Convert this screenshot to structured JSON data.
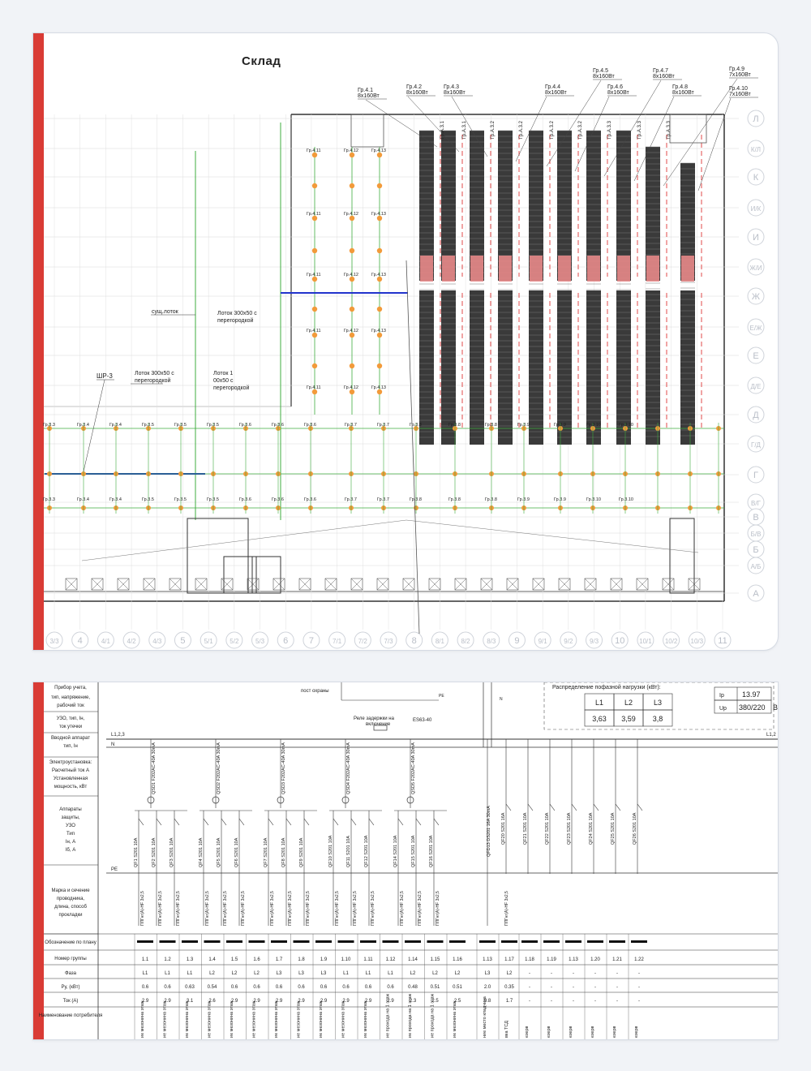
{
  "plan": {
    "title": "Склад",
    "row_axes": [
      "Л",
      "К/Л",
      "К",
      "И/К",
      "И",
      "Ж/И",
      "Ж",
      "Е/Ж",
      "Е",
      "Д/Е",
      "Д",
      "Г/Д",
      "Г",
      "В/Г",
      "В",
      "Б/В",
      "Б",
      "А/Б",
      "А"
    ],
    "col_axes": [
      "3/3",
      "4",
      "4/1",
      "4/2",
      "4/3",
      "5",
      "5/1",
      "5/2",
      "5/3",
      "6",
      "7",
      "7/1",
      "7/2",
      "7/3",
      "8",
      "8/1",
      "8/2",
      "8/3",
      "9",
      "9/1",
      "9/2",
      "9/3",
      "10",
      "10/1",
      "10/2",
      "10/3",
      "11"
    ],
    "top_groups": [
      {
        "name": "Гр.4.1",
        "spec": "8x160Вт"
      },
      {
        "name": "Гр.4.2",
        "spec": "8x160Вт"
      },
      {
        "name": "Гр.4.3",
        "spec": "8x160Вт"
      },
      {
        "name": "Гр.4.4",
        "spec": "8x160Вт"
      },
      {
        "name": "Гр.4.5",
        "spec": "8x160Вт"
      },
      {
        "name": "Гр.4.6",
        "spec": "8x160Вт"
      },
      {
        "name": "Гр.4.7",
        "spec": "8x160Вт"
      },
      {
        "name": "Гр.4.8",
        "spec": "8x160Вт"
      },
      {
        "name": "Гр.4.9",
        "spec": "7x160Вт"
      },
      {
        "name": "Гр.4.10",
        "spec": "7x160Вт"
      }
    ],
    "labels": {
      "existing_tray": "сущ.лоток",
      "tray_a1": "Лоток 300x50 с",
      "tray_a2": "перегородкой",
      "tray_b1": "Лоток 300x50 с",
      "tray_b2": "перегородкой",
      "tray_c1": "Лоток 1",
      "tray_c2": "00x50 с",
      "tray_c3": "перегородкой",
      "panel": "ШР-3"
    },
    "strip_labels": [
      "Гр.3.3",
      "Гр.3.4",
      "Гр.3.4",
      "Гр.3.5",
      "Гр.3.5",
      "Гр.3.5",
      "Гр.3.6",
      "Гр.3.6",
      "Гр.3.6",
      "Гр.3.7",
      "Гр.3.7",
      "Гр.3.8",
      "Гр.3.8",
      "Гр.3.8",
      "Гр.3.9",
      "Гр.3.9",
      "Гр.3.10",
      "Гр.3.10"
    ],
    "upper_labels": [
      "Гр.4.11",
      "Гр.4.12",
      "Гр.4.13"
    ],
    "rack_labels": [
      "Гр.А.3.1",
      "Гр.А.3.1",
      "Гр.А.3.2",
      "Гр.А.3.2",
      "Гр.А.3.2",
      "Гр.А.3.2",
      "Гр.А.3.3",
      "Гр.А.3.3",
      "Гр.А.3.3"
    ]
  },
  "schematic": {
    "left_rows": [
      [
        "Прибор учета,",
        "тип, напряжение,",
        "рабочий ток"
      ],
      [
        "УЗО, тип, Iн,",
        "ток утечки"
      ],
      [
        "Вводной аппарат",
        "тип, Iн"
      ],
      [
        "Электроустановка:",
        "Расчетный ток А",
        "Установленная",
        "мощность, кВт"
      ],
      [
        "Аппараты",
        "защиты,",
        "УЗО",
        "Тип",
        "Iн, А",
        "Iб, А"
      ],
      [
        "Марка и сечение",
        "проводника,",
        "длина, способ",
        "прокладки"
      ]
    ],
    "top_texts": {
      "guard": "пост охраны",
      "relay1": "Реле задержки на",
      "relay2": "включение",
      "es": "ES63-40",
      "bus_left": "L1,2,3",
      "bus_n": "N",
      "bus_right": "L1,2",
      "pe": "PE",
      "n_top": "N"
    },
    "load": {
      "title": "Распределение пофазной нагрузки (кВт):",
      "phases": [
        "L1",
        "L2",
        "L3"
      ],
      "values": [
        "3,63",
        "3,59",
        "3,8"
      ],
      "ip_label": "Ip",
      "ip_value": "13.97",
      "up_label": "Up",
      "up_value": "380/220",
      "unit": "B"
    },
    "rcd_labels": [
      "QSD1 F202AC-40A 30mA",
      "QSD2 F202AC-40A 30mA",
      "QSD3 F202AC-40A 30mA",
      "QSD4 F202AC-40A 30mA",
      "QSD5 F202AC-40A 30mA"
    ],
    "rcbo_label": "QFD13 DS201 16A 30mA",
    "breakers": [
      "QF1 S201 10A",
      "QF2 S201 10A",
      "QF3 S201 10A",
      "QF4 S201 10A",
      "QF5 S201 10A",
      "QF6 S201 10A",
      "QF7 S201 10A",
      "QF8 S201 10A",
      "QF9 S201 10A",
      "QF10 S201 10A",
      "QF11 S201 10A",
      "QF12 S201 10A",
      "QF14 S201 10A",
      "QF15 S201 10A",
      "QF16 S201 10A"
    ],
    "right_breakers": [
      "QF20 S201 16A",
      "QF21 S201 10A",
      "QF22 S201 10A",
      "QF23 S201 10A",
      "QF24 S201 10A",
      "QF25 S201 10A",
      "QF26 S201 10A"
    ],
    "cable": "ППГнг(А)-HF 3x2,5",
    "row_headers": [
      "Обозначение по плану",
      "Номер группы",
      "Фаза",
      "Ру, (кВт)",
      "Ток (А)",
      "Наименование потребителя"
    ],
    "groups": [
      "1.1",
      "1.2",
      "1.3",
      "1.4",
      "1.5",
      "1.6",
      "1.7",
      "1.8",
      "1.9",
      "1.10",
      "1.11",
      "1.12",
      "1.14",
      "1.15",
      "1.16",
      "1.13",
      "1.17",
      "1.18",
      "1.19",
      "1.13",
      "1.20",
      "1.21",
      "1.22"
    ],
    "phases": [
      "L1",
      "L1",
      "L1",
      "L2",
      "L2",
      "L2",
      "L3",
      "L3",
      "L3",
      "L1",
      "L1",
      "L1",
      "L2",
      "L2",
      "L2",
      "L3",
      "L2",
      "-",
      "-",
      "-",
      "-",
      "-",
      "-"
    ],
    "power": [
      "0.6",
      "0.6",
      "0.63",
      "0.54",
      "0.6",
      "0.6",
      "0.6",
      "0.6",
      "0.6",
      "0.6",
      "0.6",
      "0.6",
      "0.48",
      "0.51",
      "0.51",
      "2.0",
      "0.35",
      "-",
      "-",
      "-",
      "-",
      "-",
      "-"
    ],
    "current": [
      "2.9",
      "2.9",
      "3.1",
      "2.6",
      "2.9",
      "2.9",
      "2.9",
      "2.9",
      "2.9",
      "2.9",
      "2.9",
      "2.9",
      "2.3",
      "2.5",
      "2.5",
      "9.8",
      "1.7",
      "-",
      "-",
      "-",
      "-",
      "-",
      "-"
    ],
    "consumers": [
      "ие мезонина этаж",
      "ие мезонина этаж",
      "ие мезонина этаж",
      "ие мезонина этаж",
      "ие мезонина этаж",
      "ие мезонина этаж",
      "ие мезонина этаж",
      "ие мезонина этаж",
      "ие мезонина этаж",
      "ие мезонина этаж",
      "ие мезонина этаж",
      "ие прохода на 1 этаж",
      "ие прохода на 1 этаж",
      "ие прохода на 1 этаж",
      "ие мезонина этаж",
      "ние место кладчика",
      "вка ТСД",
      "езерв",
      "езерв",
      "езерв",
      "езерв",
      "езерв",
      "езерв"
    ]
  }
}
